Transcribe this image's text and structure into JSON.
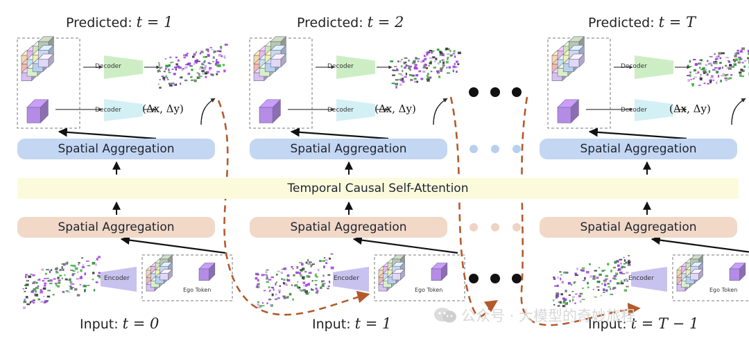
{
  "columns": [
    {
      "predicted_prefix": "Predicted:",
      "predicted_var": "t = 1",
      "input_prefix": "Input:",
      "input_var": "t = 0"
    },
    {
      "predicted_prefix": "Predicted:",
      "predicted_var": "t = 2",
      "input_prefix": "Input:",
      "input_var": "t = 1"
    },
    {
      "predicted_prefix": "Predicted:",
      "predicted_var": "t = T",
      "input_prefix": "Input:",
      "input_var": "t = T − 1"
    }
  ],
  "labels": {
    "decoder": "Decoder",
    "encoder": "Encoder",
    "ego_token": "Ego Token",
    "delta": "(Δx, Δy)",
    "spatial_aggregation": "Spatial Aggregation",
    "temporal_attention": "Temporal Causal Self-Attention"
  },
  "watermark": "公众号 · 大模型的奇妙旅程",
  "colors": {
    "bar_blue": "#c3d6f2",
    "bar_peach": "#f1d8c7",
    "band_yellow": "#fbfbdc",
    "decoder_green": "#cdeec4",
    "decoder_cyan": "#d3f0f4",
    "encoder_lavender": "#c8c2ef",
    "ego_purple": "#b48ce6",
    "flow_arrow": "#b35a2c"
  }
}
